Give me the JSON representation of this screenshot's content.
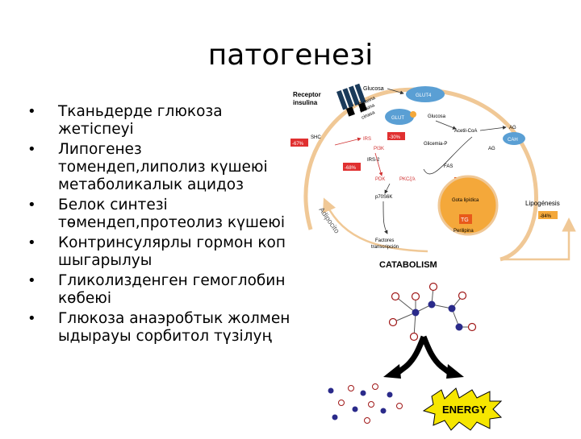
{
  "slide": {
    "title": "патогенезі",
    "bullets": [
      "Тканьдерде глюкоза жетіспеуі",
      "Липогенез томендеп,липолиз күшеюі метаболикалык ацидоз",
      "Белок синтезі төмендеп,протеолиз күшеюі",
      "Контринсулярлы гормон коп шыгарылуы",
      "Гликолизденген гемоглобин көбеюі",
      "Глюкоза анаэробтык жолмен ыдырауы сорбитол түзілуң"
    ]
  },
  "figure": {
    "receptor_label_1": "Receptor",
    "receptor_label_2": "insulina",
    "glucosa": "Glucosa",
    "glut4_top": "GLUT4",
    "glut4_mid": "GLUT",
    "proteina": "Proteina",
    "tirosina": "tirosina",
    "cinasa": "cinasa",
    "glucosa_inner": "Glucosa",
    "acetilcoa": "Acetil-CoA",
    "ag_top": "AG",
    "ag_mid": "AG",
    "cah": "CAH",
    "shc": "SHC",
    "irs": "IRS",
    "pi3k": "PI3K",
    "irs2": "IRS-2",
    "glicemia": "Glicemia-P",
    "fas": "FAS",
    "pdk": "PDK",
    "pkcz": "PKCζ/λ",
    "p70s6k": "p70S6K",
    "tg_top": "TG",
    "tg_bottom": "TG",
    "gota_lipidica": "Gota lipídica",
    "perilipina": "Perilipina",
    "factores": "Factores",
    "transcripcion": "transcripción",
    "adipocito": "Adipocito",
    "lipogenesis": "Lipogénesis",
    "pct_a": "-67%",
    "pct_b": "-30%",
    "pct_c": "-68%",
    "pct_d": "-84%",
    "catabolism": "CATABOLISM",
    "energy": "ENERGY"
  },
  "colors": {
    "arc": "#f0c896",
    "red": "#e03030",
    "receptor": "#1a3a5a",
    "glut": "#5a9fd4",
    "tg": "#e85a1a",
    "gota": "#f4a83a",
    "node_red": "#a01818",
    "node_blue": "#2a2a8a",
    "energy_yellow": "#f6e600"
  }
}
